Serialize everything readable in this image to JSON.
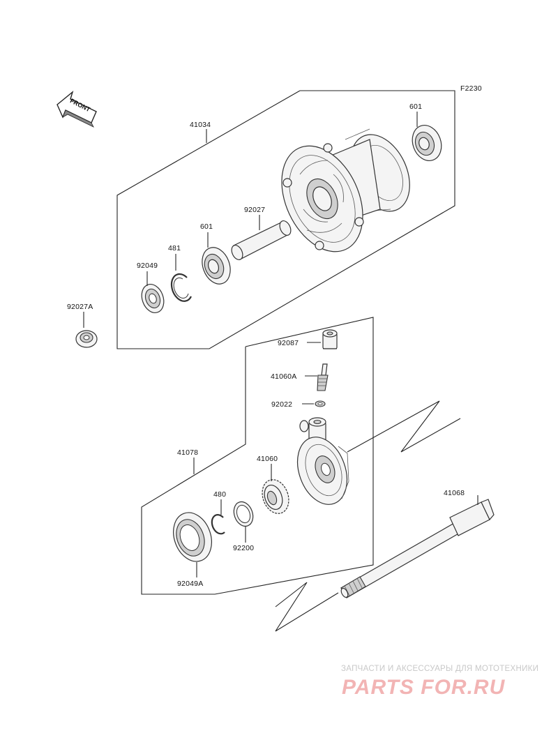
{
  "diagram": {
    "code": "F2230",
    "front_arrow": "FRONT",
    "labels": {
      "p41034": "41034",
      "p601_right": "601",
      "p92027": "92027",
      "p601_left": "601",
      "p481": "481",
      "p92049": "92049",
      "p92027A": "92027A",
      "p92087": "92087",
      "p41060A": "41060A",
      "p92022": "92022",
      "p41078": "41078",
      "p41060": "41060",
      "p480": "480",
      "p92200": "92200",
      "p92049A": "92049A",
      "p41068": "41068"
    }
  },
  "watermark": {
    "tagline": "ЗАПЧАСТИ И АКСЕССУАРЫ ДЛЯ МОТОТЕХНИКИ",
    "logo": "PARTS FOR.RU"
  }
}
